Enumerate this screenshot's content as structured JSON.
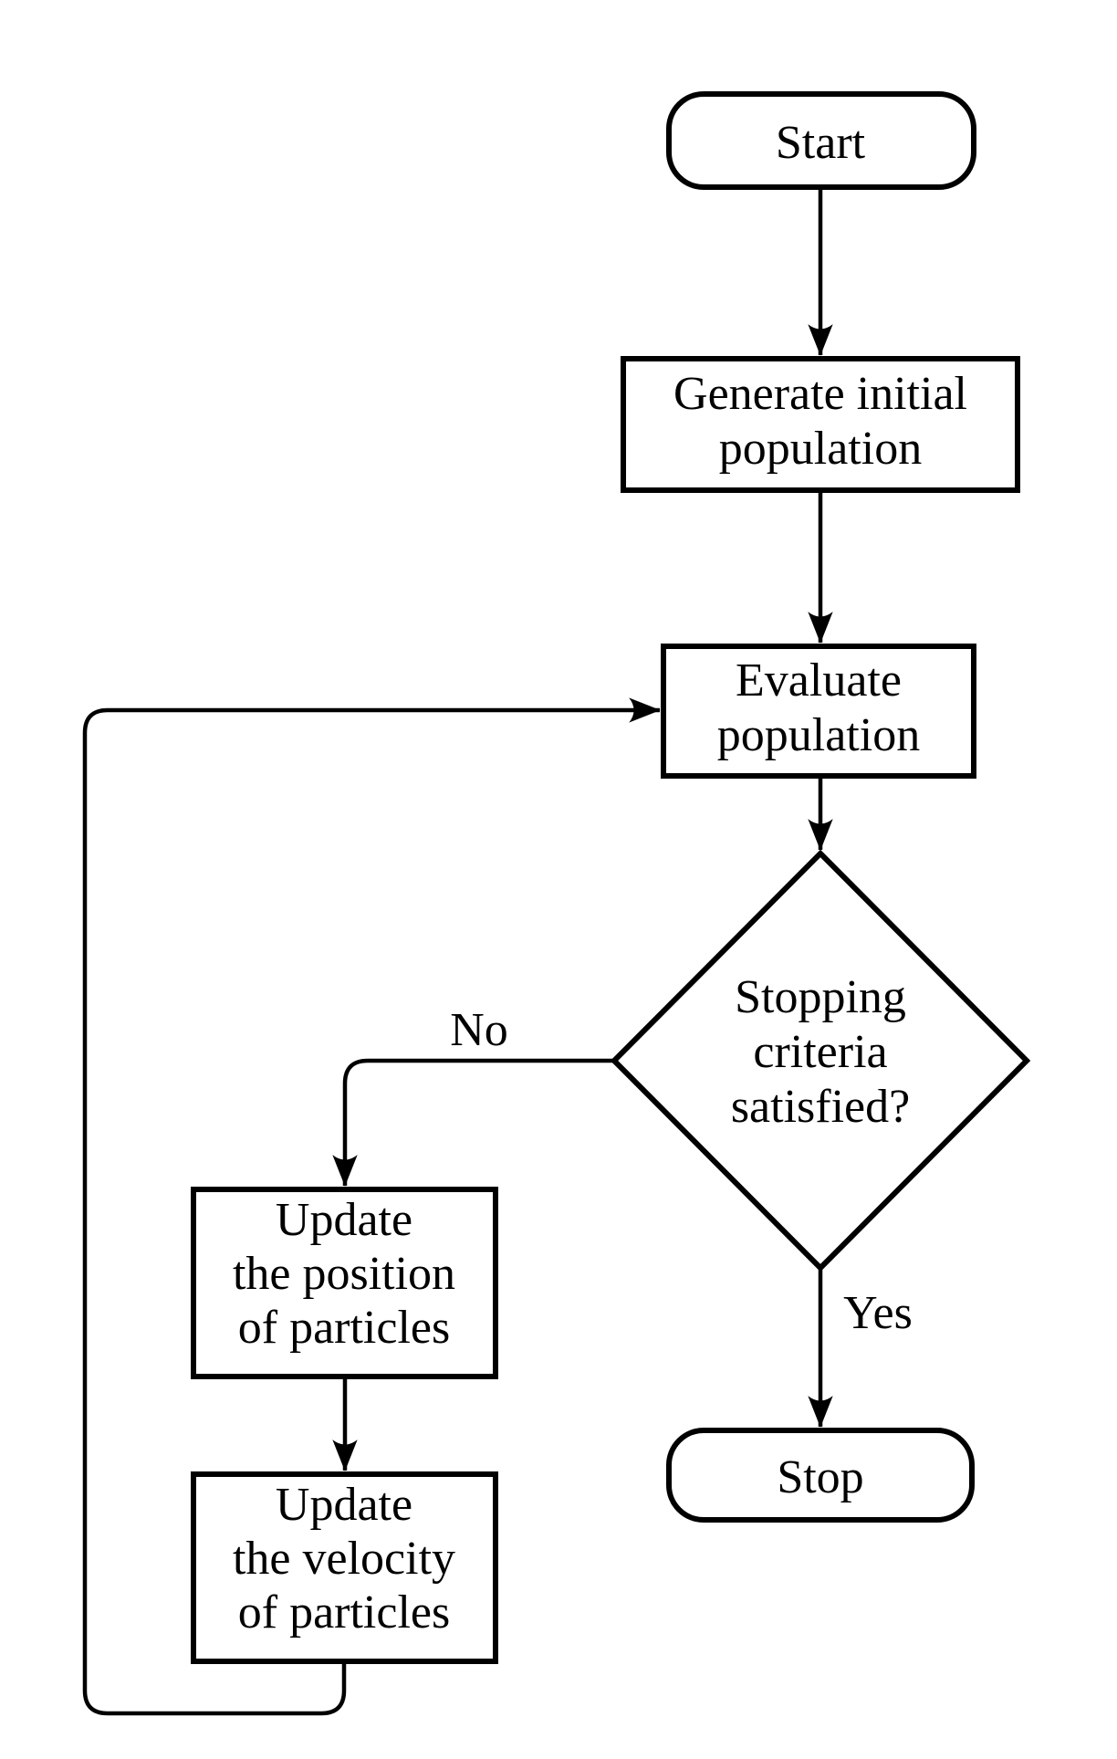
{
  "colors": {
    "background": "#ffffff",
    "line": "#000000",
    "shape_fill": "#ffffff"
  },
  "nodes": {
    "start": {
      "label": "Start"
    },
    "generate_population": {
      "lines": [
        "Generate initial",
        "population"
      ]
    },
    "evaluate_population": {
      "lines": [
        "Evaluate",
        "population"
      ]
    },
    "stopping_criteria": {
      "lines": [
        "Stopping",
        "criteria",
        "satisfied?"
      ]
    },
    "update_position": {
      "lines": [
        "Update",
        "the position",
        "of particles"
      ]
    },
    "update_velocity": {
      "lines": [
        "Update",
        "the velocity",
        "of particles"
      ]
    },
    "stop": {
      "label": "Stop"
    }
  },
  "edge_labels": {
    "no": "No",
    "yes": "Yes"
  }
}
